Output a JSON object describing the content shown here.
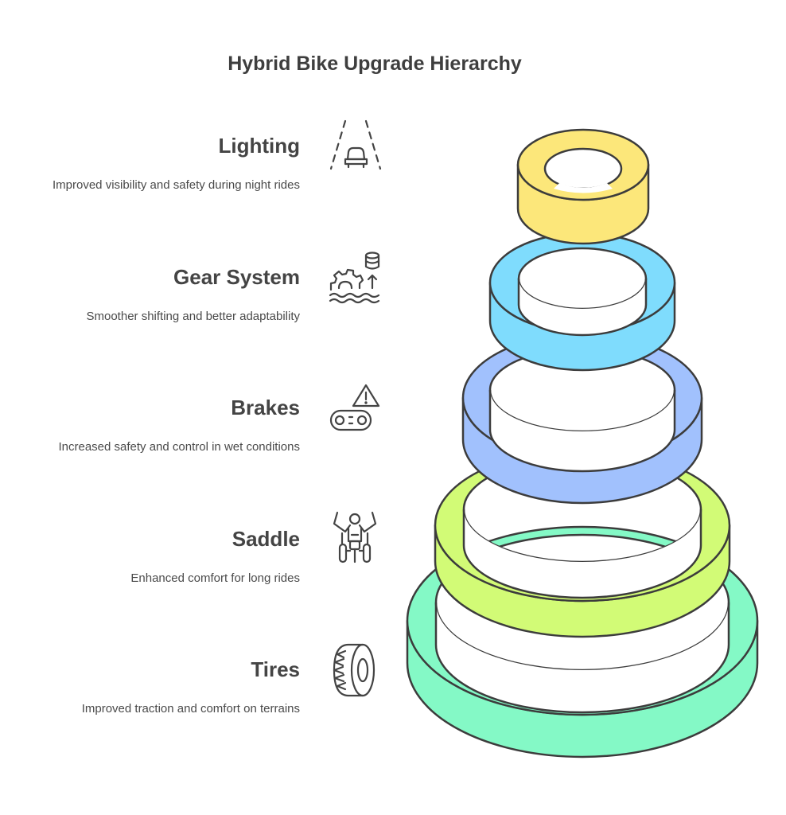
{
  "title": "Hybrid Bike Upgrade Hierarchy",
  "levels": [
    {
      "label": "Lighting",
      "description": "Improved visibility and safety during night rides",
      "icon": "road-car-icon",
      "color": "#fce77a"
    },
    {
      "label": "Gear System",
      "description": "Smoother shifting and better adaptability",
      "icon": "gear-database-icon",
      "color": "#7fdcfd"
    },
    {
      "label": "Brakes",
      "description": "Increased safety and control in wet conditions",
      "icon": "chain-warning-icon",
      "color": "#a1c1fd"
    },
    {
      "label": "Saddle",
      "description": "Enhanced comfort for long rides",
      "icon": "rider-icon",
      "color": "#d2fb76"
    },
    {
      "label": "Tires",
      "description": "Improved traction and comfort on terrains",
      "icon": "tire-icon",
      "color": "#84f9c6"
    }
  ]
}
